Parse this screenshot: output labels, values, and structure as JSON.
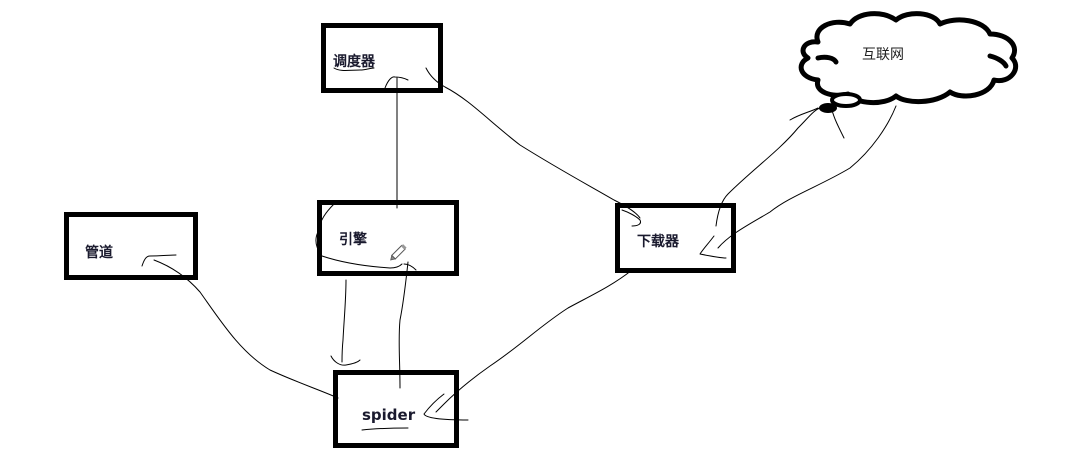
{
  "diagram": {
    "nodes": {
      "scheduler": {
        "label": "调度器"
      },
      "internet": {
        "label": "互联网",
        "shape": "cloud"
      },
      "engine": {
        "label": "引擎"
      },
      "pipeline": {
        "label": "管道"
      },
      "downloader": {
        "label": "下载器"
      },
      "spider": {
        "label": "spider"
      }
    },
    "edges": [
      {
        "from": "engine",
        "to": "scheduler",
        "arrow": true
      },
      {
        "from": "scheduler",
        "to": "downloader",
        "arrow": true
      },
      {
        "from": "downloader",
        "to": "internet",
        "arrow": true
      },
      {
        "from": "internet",
        "to": "downloader",
        "arrow": true
      },
      {
        "from": "downloader",
        "to": "spider",
        "arrow": true
      },
      {
        "from": "spider",
        "to": "pipeline",
        "arrow": true
      },
      {
        "from": "engine",
        "to": "spider",
        "arrow": true
      },
      {
        "from": "spider",
        "to": "engine",
        "arrow": false
      }
    ],
    "cursor_icon": "pencil-icon"
  }
}
